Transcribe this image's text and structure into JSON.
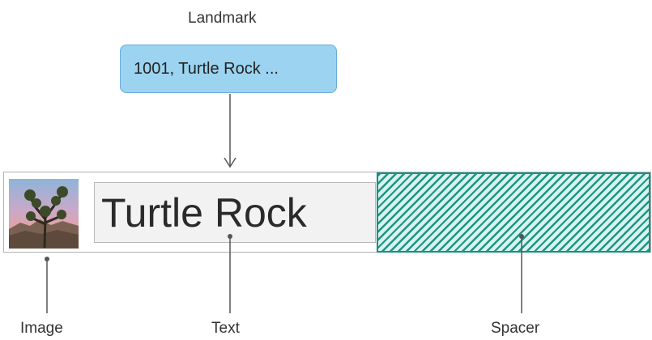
{
  "landmark": {
    "title": "Landmark",
    "value": "1001, Turtle Rock ..."
  },
  "row": {
    "text_value": "Turtle Rock"
  },
  "callouts": {
    "image": "Image",
    "text": "Text",
    "spacer": "Spacer"
  },
  "colors": {
    "landmark_fill": "#9bd3f0",
    "landmark_border": "#6aaed6",
    "spacer_stripe": "#1e9486",
    "spacer_fill": "#d9f2ee",
    "text_fill": "#f2f2f2"
  },
  "icons": {
    "image_tile": "joshua-tree-landscape-icon"
  }
}
